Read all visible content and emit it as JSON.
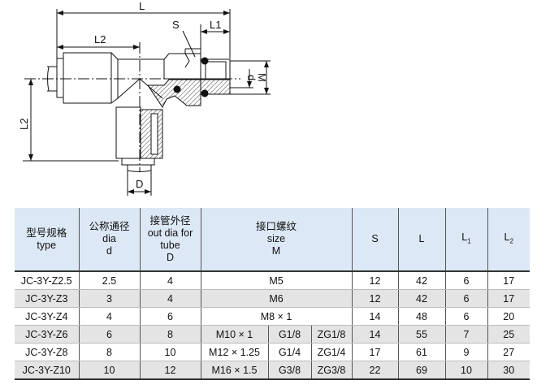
{
  "drawing": {
    "labels": {
      "L": "L",
      "L2_top": "L2",
      "S": "S",
      "L1": "L1",
      "d": "d",
      "M": "M",
      "L2_side": "L2",
      "D": "D"
    }
  },
  "table": {
    "headers": {
      "type": [
        "型号规格",
        "type"
      ],
      "dia": [
        "公称通径",
        "dia",
        "d"
      ],
      "tube": [
        "接管外径",
        "out dia for",
        "tube",
        "D"
      ],
      "size": [
        "接口螺纹",
        "size",
        "M"
      ],
      "S": "S",
      "L": "L",
      "L1": {
        "base": "L",
        "sub": "1"
      },
      "L2": {
        "base": "L",
        "sub": "2"
      }
    },
    "rows": [
      {
        "type": "JC-3Y-Z2.5",
        "d": "2.5",
        "D": "4",
        "M": [
          "M5"
        ],
        "S": "12",
        "L": "42",
        "L1": "6",
        "L2": "17"
      },
      {
        "type": "JC-3Y-Z3",
        "d": "3",
        "D": "4",
        "M": [
          "M6"
        ],
        "S": "12",
        "L": "42",
        "L1": "6",
        "L2": "17"
      },
      {
        "type": "JC-3Y-Z4",
        "d": "4",
        "D": "6",
        "M": [
          "M8 × 1"
        ],
        "S": "14",
        "L": "48",
        "L1": "6",
        "L2": "20"
      },
      {
        "type": "JC-3Y-Z6",
        "d": "6",
        "D": "8",
        "M": [
          "M10 × 1",
          "G1/8",
          "ZG1/8"
        ],
        "S": "14",
        "L": "55",
        "L1": "7",
        "L2": "25"
      },
      {
        "type": "JC-3Y-Z8",
        "d": "8",
        "D": "10",
        "M": [
          "M12 × 1.25",
          "G1/4",
          "ZG1/4"
        ],
        "S": "17",
        "L": "61",
        "L1": "9",
        "L2": "27"
      },
      {
        "type": "JC-3Y-Z10",
        "d": "10",
        "D": "12",
        "M": [
          "M16 × 1.5",
          "G3/8",
          "ZG3/8"
        ],
        "S": "22",
        "L": "69",
        "L1": "10",
        "L2": "30"
      }
    ]
  }
}
